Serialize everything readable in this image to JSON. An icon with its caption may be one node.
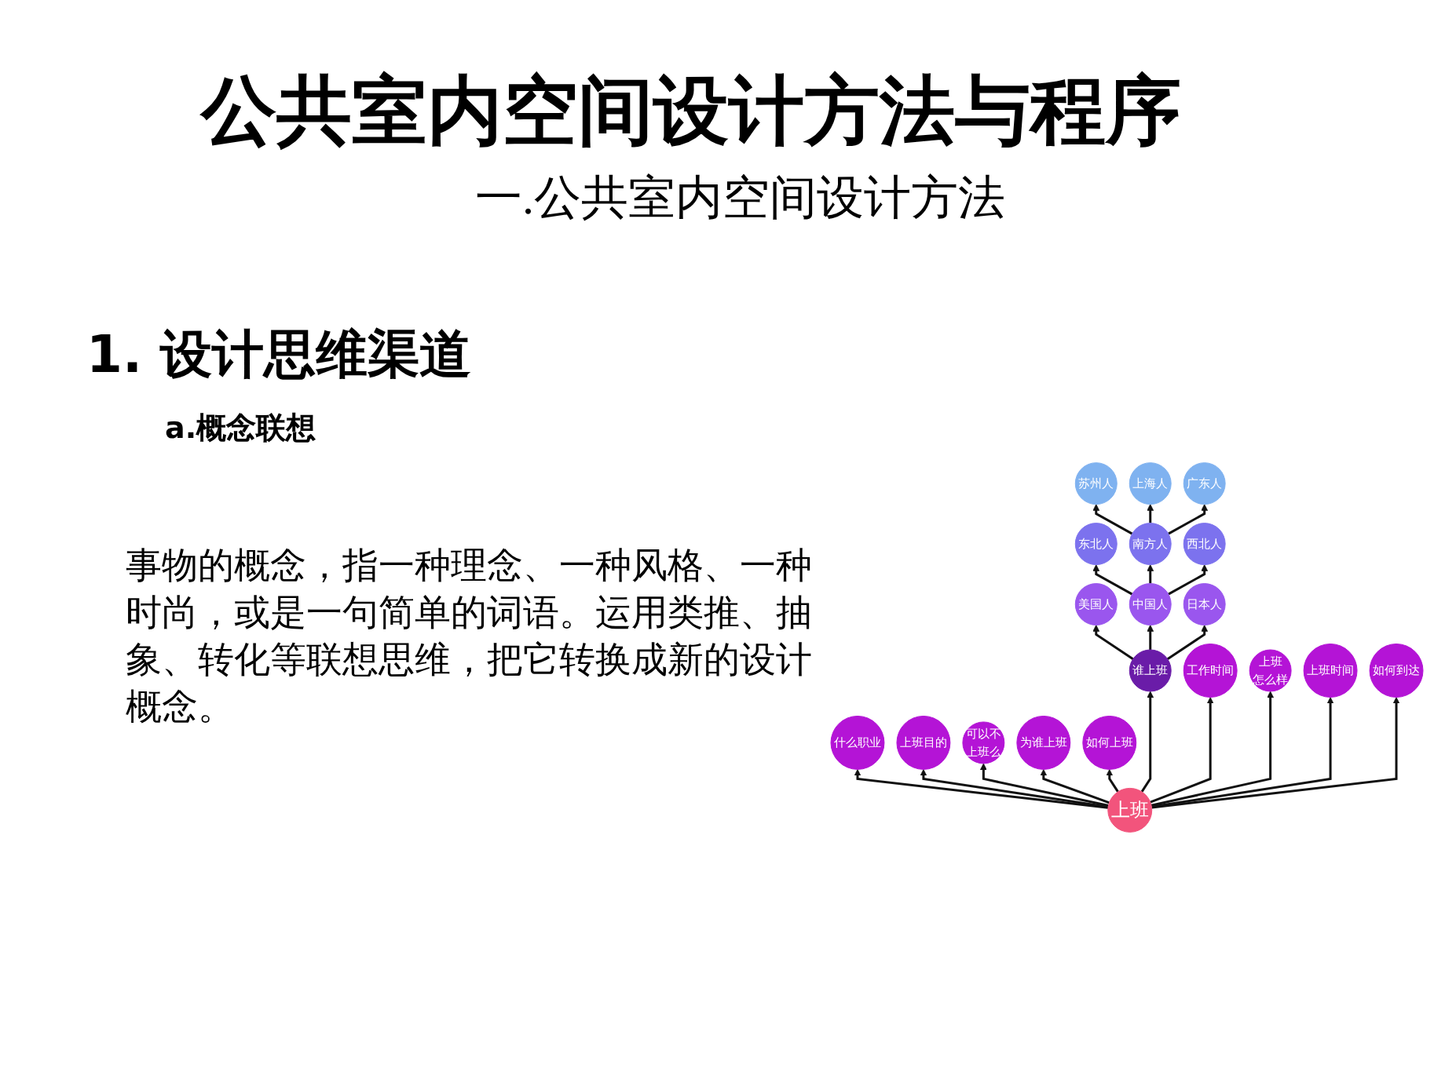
{
  "diagram": {
    "title": "公共室内空间设计方法与程序",
    "nodes": [
      {
        "text": [
          "上班"
        ]
      },
      {
        "text": [
          "谁上班"
        ]
      },
      {
        "text": [
          "什么职业"
        ]
      },
      {
        "text": [
          "工作时间"
        ]
      },
      {
        "text": [
          "上班目的"
        ]
      },
      {
        "text": [
          "上班怎么样"
        ]
      },
      {
        "text": [
          "可以不上班么"
        ]
      },
      {
        "text": [
          "上班时间"
        ]
      },
      {
        "text": [
          "为谁上班"
        ]
      },
      {
        "text": [
          "如何到达"
        ]
      },
      {
        "text": [
          "如何上班"
        ]
      },
      {
        "text": [
          "美国人"
        ]
      },
      {
        "text": [
          "中国人"
        ]
      },
      {
        "text": [
          "日本人"
        ]
      },
      {
        "text": [
          "东北人"
        ]
      },
      {
        "text": [
          "南方人"
        ]
      },
      {
        "text": [
          "西北人"
        ]
      },
      {
        "text": [
          "苏州人"
        ]
      },
      {
        "text": [
          "上海人"
        ]
      },
      {
        "text": [
          "广东人"
        ]
      }
    ],
    "edges": [
      {
        "from": 0,
        "to": 1,
        "arrow": "to"
      },
      {
        "from": 0,
        "to": 2,
        "arrow": "to"
      },
      {
        "from": 0,
        "to": 3,
        "arrow": "to"
      },
      {
        "from": 0,
        "to": 4,
        "arrow": "to"
      },
      {
        "from": 0,
        "to": 5,
        "arrow": "to"
      },
      {
        "from": 0,
        "to": 6,
        "arrow": "to"
      },
      {
        "from": 0,
        "to": 7,
        "arrow": "to"
      },
      {
        "from": 0,
        "to": 8,
        "arrow": "to"
      },
      {
        "from": 0,
        "to": 9,
        "arrow": "to"
      },
      {
        "from": 0,
        "to": 10,
        "arrow": "to"
      },
      {
        "from": 1,
        "to": 11,
        "arrow": "to"
      },
      {
        "from": 1,
        "to": 12,
        "arrow": "to"
      },
      {
        "from": 1,
        "to": 13,
        "arrow": "to"
      },
      {
        "from": 12,
        "to": 14,
        "arrow": "to"
      },
      {
        "from": 12,
        "to": 15,
        "arrow": "to"
      },
      {
        "from": 12,
        "to": 16,
        "arrow": "to"
      },
      {
        "from": 15,
        "to": 17,
        "arrow": "to"
      },
      {
        "from": 15,
        "to": 18,
        "arrow": "to"
      },
      {
        "from": 15,
        "to": 19,
        "arrow": "to"
      }
    ],
    "labels": [
      "一.公共室内空间设计方法",
      "1. 设计思维渠道",
      "a.概念联想",
      "事物的概念，指一种理念、一种风格、一种时尚，或是一句简单的词语。运用类推、抽象、转化等联想思维，把它转换成新的设计概念。"
    ]
  }
}
